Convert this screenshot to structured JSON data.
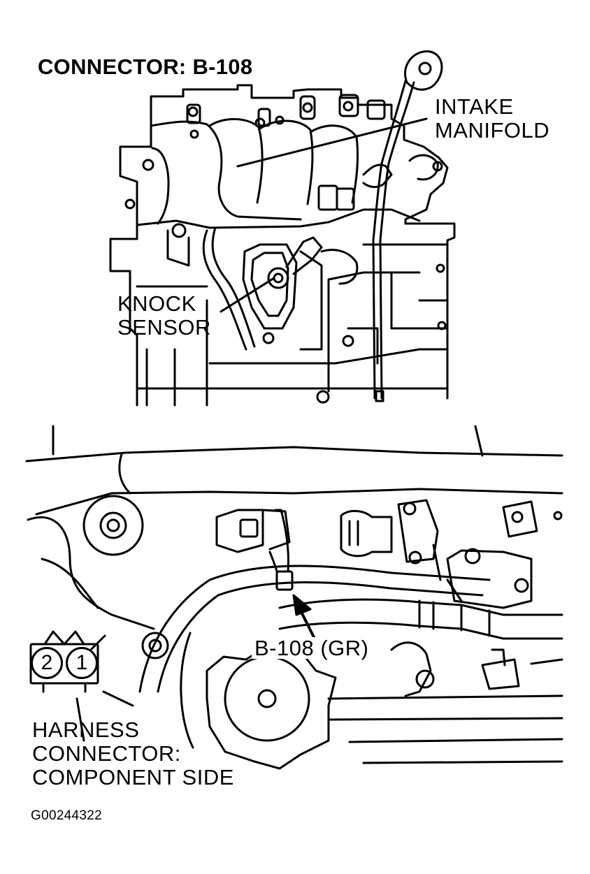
{
  "diagram": {
    "title": "CONNECTOR: B-108",
    "labels": {
      "intake_manifold": [
        "INTAKE",
        "MANIFOLD"
      ],
      "knock_sensor": [
        "KNOCK",
        "SENSOR"
      ],
      "connector_callout": "B-108 (GR)",
      "harness_connector": [
        "HARNESS",
        "CONNECTOR:",
        "COMPONENT SIDE"
      ]
    },
    "connector_pins": [
      "2",
      "1"
    ],
    "figure_code": "G00244322"
  }
}
